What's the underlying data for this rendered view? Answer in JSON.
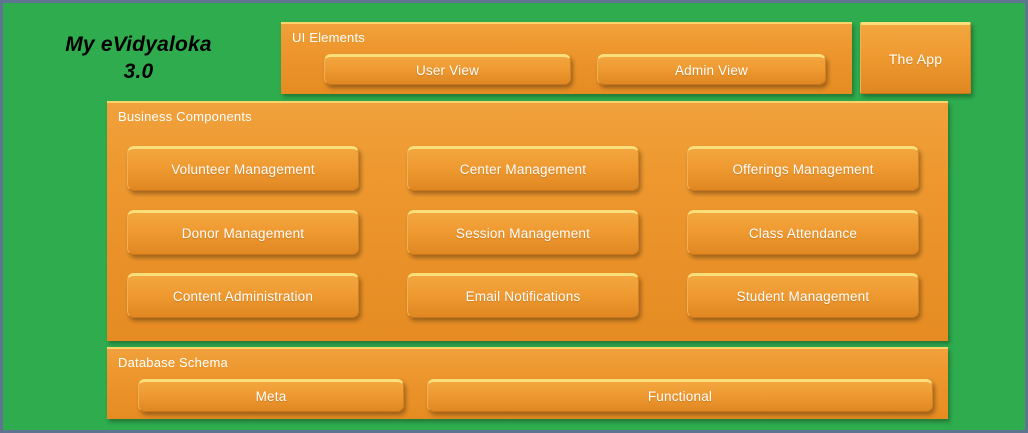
{
  "app_title": "My eVidyaloka\n3.0",
  "colors": {
    "canvas_green": "#2fac4e",
    "frame_border": "#5f7491",
    "panel_orange": "#ee982f",
    "button_orange": "#ef9a31",
    "button_highlight": "#fbdf7a",
    "label_text": "#ffffff",
    "title_text": "#000000"
  },
  "ui_elements": {
    "label": "UI Elements",
    "buttons": [
      {
        "label": "User View"
      },
      {
        "label": "Admin View"
      }
    ]
  },
  "the_app": {
    "label": "The App"
  },
  "business_components": {
    "label": "Business Components",
    "buttons": [
      {
        "label": "Volunteer Management"
      },
      {
        "label": "Center Management"
      },
      {
        "label": "Offerings Management"
      },
      {
        "label": "Donor Management"
      },
      {
        "label": "Session Management"
      },
      {
        "label": "Class Attendance"
      },
      {
        "label": "Content Administration"
      },
      {
        "label": "Email Notifications"
      },
      {
        "label": "Student Management"
      }
    ]
  },
  "database_schema": {
    "label": "Database Schema",
    "buttons": [
      {
        "label": "Meta"
      },
      {
        "label": "Functional"
      }
    ]
  }
}
